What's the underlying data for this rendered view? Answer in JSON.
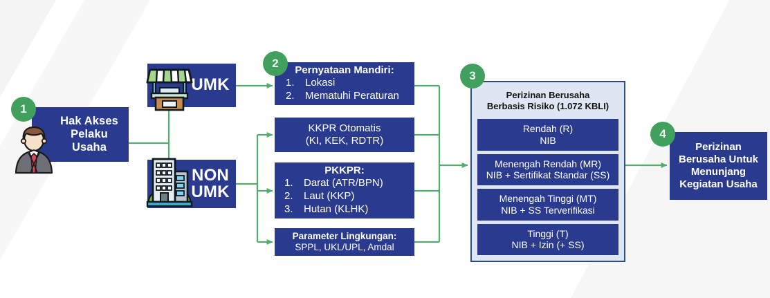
{
  "theme": {
    "box_blue": "#2a3b8f",
    "badge_green": "#41a05d",
    "arrow_green": "#54ad6e",
    "panel_fill": "#dde6f2",
    "panel_border": "#2f4b7c",
    "text_white": "#ffffff",
    "text_dark": "#111111",
    "background": "#ffffff"
  },
  "steps": {
    "one": "1",
    "two": "2",
    "three": "3",
    "four": "4"
  },
  "node1": {
    "line1": "Hak Akses",
    "line2": "Pelaku",
    "line3": "Usaha",
    "icon": "businessperson-icon"
  },
  "branch": {
    "umk": "UMK",
    "non_umk_line1": "NON",
    "non_umk_line2": "UMK",
    "umk_icon": "market-stall-icon",
    "non_umk_icon": "office-building-icon"
  },
  "middle": {
    "pernyataan": {
      "title": "Pernyataan Mandiri:",
      "items": [
        {
          "num": "1.",
          "text": "Lokasi"
        },
        {
          "num": "2.",
          "text": "Mematuhi Peraturan"
        }
      ]
    },
    "kkpr": {
      "line1": "KKPR Otomatis",
      "line2": "(KI, KEK, RDTR)"
    },
    "pkkpr": {
      "title": "PKKPR:",
      "items": [
        {
          "num": "1.",
          "text": "Darat (ATR/BPN)"
        },
        {
          "num": "2.",
          "text": "Laut (KKP)"
        },
        {
          "num": "3.",
          "text": "Hutan (KLHK)"
        }
      ]
    },
    "parameter": {
      "title": "Parameter Lingkungan:",
      "subtitle": "SPPL, UKL/UPL, Amdal"
    }
  },
  "risk_panel": {
    "heading_line1": "Perizinan Berusaha",
    "heading_line2": "Berbasis Risiko (1.072 KBLI)",
    "levels": [
      {
        "name": "Rendah (R)",
        "requirement": "NIB"
      },
      {
        "name": "Menengah Rendah (MR)",
        "requirement": "NIB + Sertifikat Standar (SS)"
      },
      {
        "name": "Menengah Tinggi (MT)",
        "requirement": "NIB + SS Terverifikasi"
      },
      {
        "name": "Tinggi (T)",
        "requirement": "NIB + Izin (+ SS)"
      }
    ]
  },
  "node4": {
    "line1": "Perizinan",
    "line2": "Berusaha Untuk",
    "line3": "Menunjang",
    "line4": "Kegiatan Usaha"
  }
}
